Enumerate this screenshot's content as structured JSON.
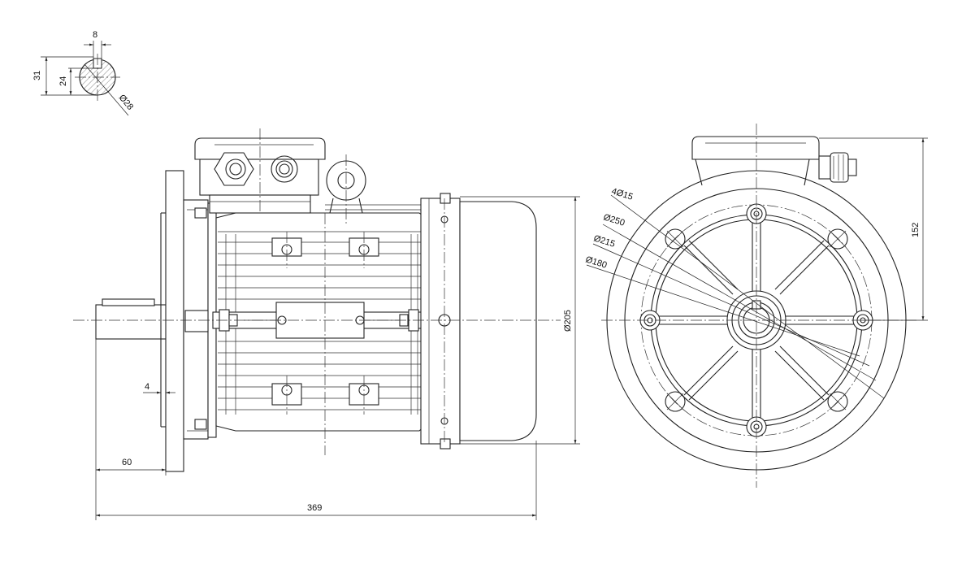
{
  "dimensions": {
    "key_width": "8",
    "shaft_key_height": "31",
    "key_depth": "24",
    "shaft_diameter": "Ø28",
    "flange_gap": "4",
    "shaft_length": "60",
    "overall_length": "369",
    "body_diameter": "Ø205",
    "center_height": "152",
    "bolt_holes": "4Ø15",
    "flange_outer": "Ø250",
    "bolt_circle": "Ø215",
    "spigot": "Ø180"
  }
}
